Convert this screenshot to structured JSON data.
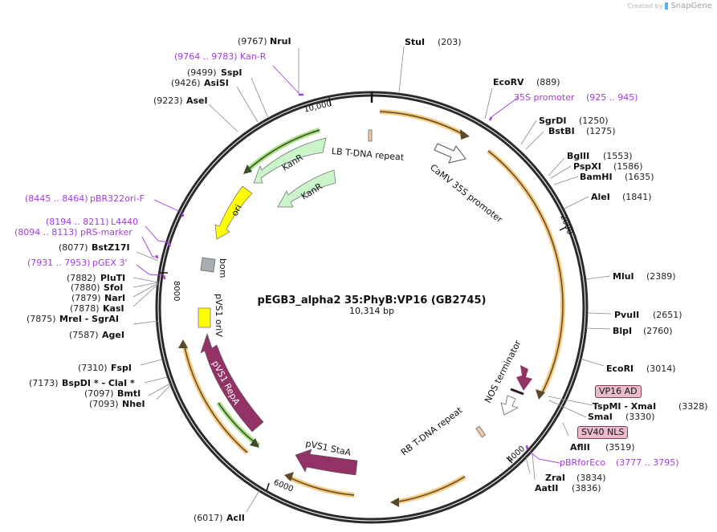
{
  "credit": {
    "prefix": "Created by",
    "brand": "SnapGene"
  },
  "plasmid": {
    "name": "pEGB3_alpha2 35:PhyB:VP16  (GB2745)",
    "length_label": "10,314 bp",
    "length": 10314
  },
  "ticks": [
    "10,000",
    "2000",
    "4000",
    "6000",
    "8000"
  ],
  "sites": {
    "NruI": {
      "name": "NruI",
      "pos": "(9767)"
    },
    "SspI": {
      "name": "SspI",
      "pos": "(9499)"
    },
    "AsiSI": {
      "name": "AsiSI",
      "pos": "(9426)"
    },
    "AseI": {
      "name": "AseI",
      "pos": "(9223)"
    },
    "StuI": {
      "name": "StuI",
      "pos": "(203)"
    },
    "EcoRV": {
      "name": "EcoRV",
      "pos": "(889)"
    },
    "SgrDI": {
      "name": "SgrDI",
      "pos": "(1250)"
    },
    "BstBI": {
      "name": "BstBI",
      "pos": "(1275)"
    },
    "BglII": {
      "name": "BglII",
      "pos": "(1553)"
    },
    "PspXI": {
      "name": "PspXI",
      "pos": "(1586)"
    },
    "BamHI": {
      "name": "BamHI",
      "pos": "(1635)"
    },
    "AleI": {
      "name": "AleI",
      "pos": "(1841)"
    },
    "MluI": {
      "name": "MluI",
      "pos": "(2389)"
    },
    "PvuII": {
      "name": "PvuII",
      "pos": "(2651)"
    },
    "BlpI": {
      "name": "BlpI",
      "pos": "(2760)"
    },
    "EcoRI": {
      "name": "EcoRI",
      "pos": "(3014)"
    },
    "TspMI": {
      "name": "TspMI   - XmaI",
      "pos": "(3328)"
    },
    "SmaI": {
      "name": "SmaI",
      "pos": "(3330)"
    },
    "AflII": {
      "name": "AflII",
      "pos": "(3519)"
    },
    "ZraI": {
      "name": "ZraI",
      "pos": "(3834)"
    },
    "AatII": {
      "name": "AatII",
      "pos": "(3836)"
    },
    "AclI": {
      "name": "AclI",
      "pos": "(6017)"
    },
    "BstZ17I": {
      "name": "BstZ17I",
      "pos": "(8077)"
    },
    "PluTI": {
      "name": "PluTI",
      "pos": "(7882)"
    },
    "SfoI": {
      "name": "SfoI",
      "pos": "(7880)"
    },
    "NarI": {
      "name": "NarI",
      "pos": "(7879)"
    },
    "KasI": {
      "name": "KasI",
      "pos": "(7878)"
    },
    "MreI": {
      "name": "MreI   - SgrAI",
      "pos": "(7875)"
    },
    "AgeI": {
      "name": "AgeI",
      "pos": "(7587)"
    },
    "FspI": {
      "name": "FspI",
      "pos": "(7310)"
    },
    "BspDI": {
      "name": "BspDI *  - ClaI *",
      "pos": "(7173)"
    },
    "BmtI": {
      "name": "BmtI",
      "pos": "(7097)"
    },
    "NheI": {
      "name": "NheI",
      "pos": "(7093)"
    }
  },
  "primers": {
    "KanR": {
      "name": "Kan-R",
      "range": "(9764 .. 9783)"
    },
    "p35S": {
      "name": "35S promoter",
      "range": "(925 .. 945)"
    },
    "pBR322": {
      "name": "pBR322ori-F",
      "range": "(8445 .. 8464)"
    },
    "L4440": {
      "name": "L4440",
      "range": "(8194 .. 8211)"
    },
    "pRS": {
      "name": "pRS-marker",
      "range": "(8094 .. 8113)"
    },
    "pGEX": {
      "name": "pGEX 3'",
      "range": "(7931 .. 7953)"
    },
    "pBRforEco": {
      "name": "pBRforEco",
      "range": "(3777 .. 3795)"
    }
  },
  "features": {
    "lb": "LB T-DNA repeat",
    "camv": "CaMV 35S promoter",
    "kanr1": "KanR",
    "kanr2": "KanR",
    "ori": "ori",
    "bom": "bom",
    "oriv": "pVS1 oriV",
    "repa": "pVS1 RepA",
    "staa": "pVS1 StaA",
    "rb": "RB T-DNA repeat",
    "nos": "NOS terminator",
    "vp16": "VP16 AD",
    "sv40": "SV40 NLS"
  },
  "colors": {
    "backbone": "#2b2b2b",
    "orf": "#f7c77a",
    "kan_orf": "#a6e07e",
    "kanr": "#c9f5c9",
    "ori": "#ffff00",
    "bom": "#a8adb3",
    "repa": "#933266",
    "primer": "#a23be0",
    "tdna": "#f2c9a0",
    "boxed": "#e8bccb"
  }
}
